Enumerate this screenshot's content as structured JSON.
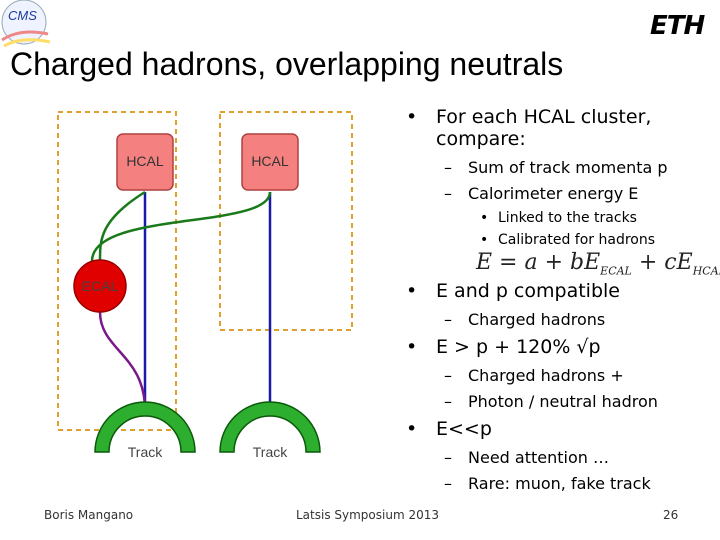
{
  "slide": {
    "title": "Charged hadrons, overlapping neutrals",
    "logo_text": "CMS",
    "eth_logo_text": "ETH"
  },
  "diagram": {
    "hcal_left": "HCAL",
    "hcal_right": "HCAL",
    "ecal": "ECAL",
    "track_left": "Track",
    "track_right": "Track"
  },
  "bullets": [
    {
      "text": "For each HCAL cluster, compare:",
      "line1": "For each HCAL cluster,",
      "line2": "compare:"
    },
    {
      "text": "Sum of track momenta p"
    },
    {
      "text": "Calorimeter energy E"
    },
    {
      "text": "Linked to the tracks"
    },
    {
      "text": "Calibrated for hadrons"
    },
    {
      "text": "E and p compatible"
    },
    {
      "text": "Charged hadrons"
    },
    {
      "text": "E > p + 120% √p"
    },
    {
      "text": "Charged hadrons +"
    },
    {
      "text": "Photon / neutral hadron"
    },
    {
      "text": "E<<p"
    },
    {
      "text": "Need attention …"
    },
    {
      "text": "Rare: muon, fake track"
    }
  ],
  "formula": "E = a + bE_ECAL + cE_HCAL",
  "footer": {
    "author": "Boris Mangano",
    "event": "Latsis Symposium 2013",
    "page": "26"
  },
  "colors": {
    "hcal_fill": "#f58080",
    "ecal_fill": "#e00000",
    "track_fill": "#2eae2e",
    "link_green": "#1a7a1a",
    "link_blue": "#1a1aa8",
    "link_purple": "#7a1a8a",
    "box_border": "#e0a030"
  }
}
